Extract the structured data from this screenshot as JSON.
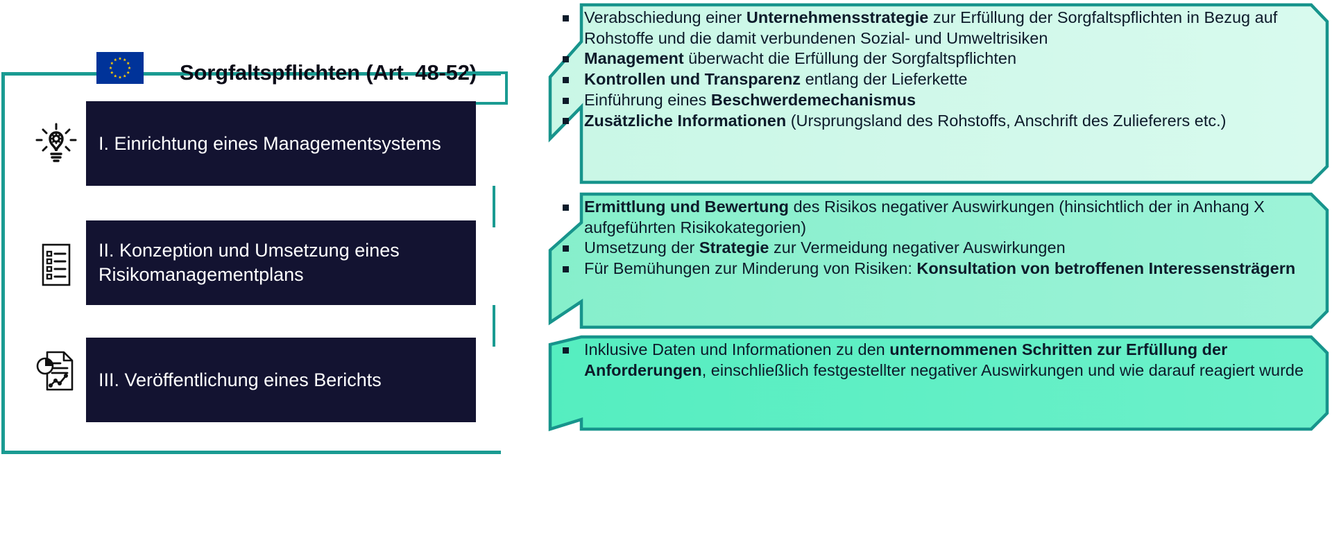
{
  "colors": {
    "teal_line": "#1a9b92",
    "dark_box": "#131331",
    "callout_border": "#17948c",
    "callout_fill_1": "#cdf5e6",
    "callout_fill_2": "#8ef0cd",
    "callout_fill_3": "#5eeec2",
    "eu_blue": "#003399",
    "eu_star": "#ffcc00",
    "text_dark": "#0d1b2a",
    "text_light": "#ffffff"
  },
  "header": {
    "flag_icon": "eu-flag-icon",
    "title": "Sorgfaltspflichten (Art. 48-52)"
  },
  "steps": [
    {
      "icon": "lightbulb-gear-icon",
      "label": "I. Einrichtung eines Managementsystems"
    },
    {
      "icon": "checklist-icon",
      "label": "II. Konzeption und Umsetzung eines Risikomanagementplans"
    },
    {
      "icon": "report-chart-icon",
      "label": "III. Veröffentlichung eines Berichts"
    }
  ],
  "callouts": [
    {
      "fill": "#cdf5e6",
      "items": [
        [
          {
            "t": "Verabschiedung einer ",
            "b": false
          },
          {
            "t": "Unternehmensstrategie",
            "b": true
          },
          {
            "t": " zur Erfüllung der  Sorgfaltspflichten in Bezug auf Rohstoffe und die damit verbundenen Sozial- und Umweltrisiken",
            "b": false
          }
        ],
        [
          {
            "t": "Management",
            "b": true
          },
          {
            "t": " überwacht die Erfüllung der Sorgfaltspflichten",
            "b": false
          }
        ],
        [
          {
            "t": "Kontrollen und Transparenz",
            "b": true
          },
          {
            "t": " entlang der Lieferkette",
            "b": false
          }
        ],
        [
          {
            "t": "Einführung eines ",
            "b": false
          },
          {
            "t": "Beschwerdemechanismus",
            "b": true
          }
        ],
        [
          {
            "t": "Zusätzliche Informationen",
            "b": true
          },
          {
            "t": " (Ursprungsland des Rohstoffs, Anschrift des Zulieferers etc.)",
            "b": false
          }
        ]
      ]
    },
    {
      "fill": "#8ef0cd",
      "items": [
        [
          {
            "t": "Ermittlung und Bewertung",
            "b": true
          },
          {
            "t": " des Risikos negativer Auswirkungen (hinsichtlich der in Anhang X aufgeführten Risikokategorien)",
            "b": false
          }
        ],
        [
          {
            "t": "Umsetzung der ",
            "b": false
          },
          {
            "t": "Strategie",
            "b": true
          },
          {
            "t": " zur Vermeidung negativer Auswirkungen",
            "b": false
          }
        ],
        [
          {
            "t": "Für Bemühungen zur Minderung von Risiken: ",
            "b": false
          },
          {
            "t": "Konsultation von betroffenen Interessensträgern",
            "b": true
          }
        ]
      ]
    },
    {
      "fill": "#5eeec2",
      "items": [
        [
          {
            "t": "Inklusive Daten und Informationen zu den ",
            "b": false
          },
          {
            "t": "unternommenen Schritten zur Erfüllung der Anforderungen",
            "b": true
          },
          {
            "t": ", einschließlich festgestellter negativer Auswirkungen  und wie darauf reagiert wurde",
            "b": false
          }
        ]
      ]
    }
  ]
}
